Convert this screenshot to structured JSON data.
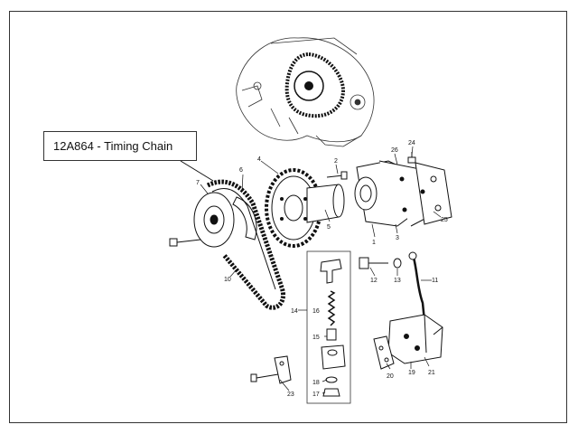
{
  "callout": {
    "label": "12A864 - Timing Chain"
  },
  "parts": {
    "p1": "1",
    "p2": "2",
    "p3": "3",
    "p4": "4",
    "p5": "5",
    "p6": "6",
    "p7": "7",
    "p10": "10",
    "p11": "11",
    "p12": "12",
    "p13": "13",
    "p14": "14",
    "p15": "15",
    "p16": "16",
    "p17": "17",
    "p18": "18",
    "p19": "19",
    "p20": "20",
    "p21": "21",
    "p23": "23",
    "p24": "24",
    "p25": "25",
    "p26": "26"
  },
  "colors": {
    "ink": "#111111",
    "border": "#333333"
  }
}
